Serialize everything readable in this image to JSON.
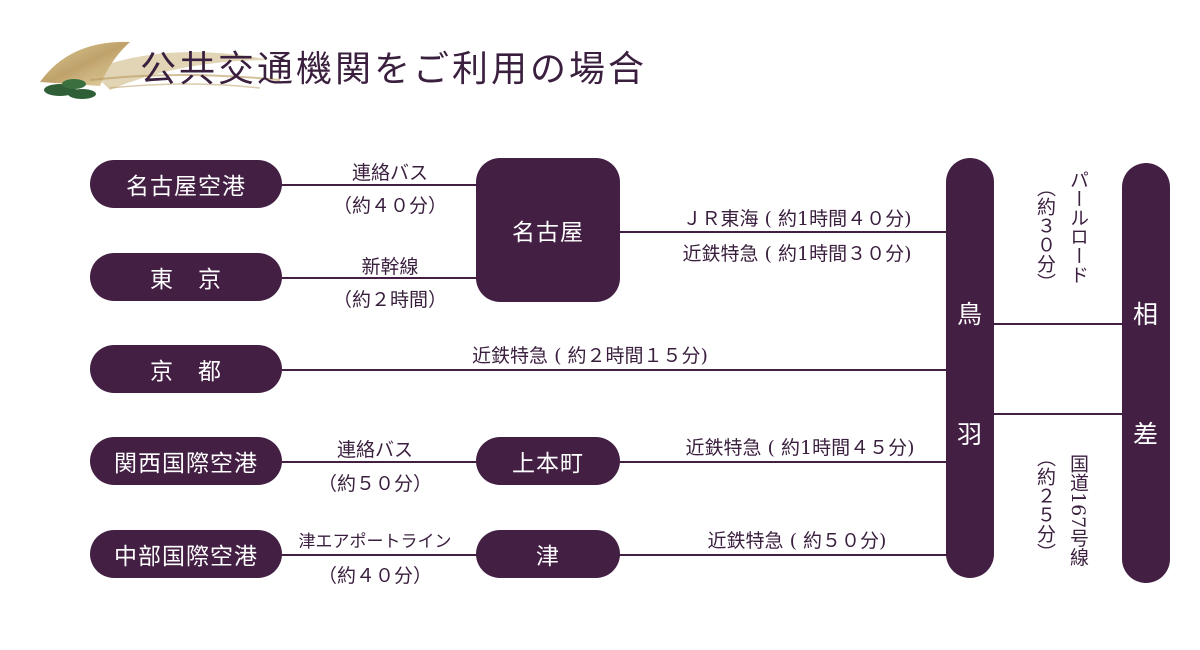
{
  "title": "公共交通機関をご利用の場合",
  "origins": {
    "nagoya_airport": "名古屋空港",
    "tokyo": "東　京",
    "kyoto": "京　都",
    "kansai_airport": "関西国際空港",
    "chubu_airport": "中部国際空港"
  },
  "hubs": {
    "nagoya": "名古屋",
    "uehonmachi": "上本町",
    "tsu": "津"
  },
  "toba": {
    "char1": "鳥",
    "char2": "羽"
  },
  "ise": {
    "char1": "相",
    "char2": "差"
  },
  "routes": {
    "nagoya_airport_line": "連絡バス",
    "nagoya_airport_time": "（約４０分）",
    "tokyo_line": "新幹線",
    "tokyo_time": "（約２時間）",
    "nagoya_jr": "ＪＲ東海 ( 約1時間４０分)",
    "nagoya_kintetsu": "近鉄特急 ( 約1時間３０分)",
    "kyoto_line": "近鉄特急 ( 約２時間１５分)",
    "kansai_line": "連絡バス",
    "kansai_time": "（約５０分）",
    "uehonmachi_line": "近鉄特急 ( 約1時間４５分)",
    "chubu_line": "津エアポートライン",
    "chubu_time": "（約４０分）",
    "tsu_line": "近鉄特急 ( 約５０分)",
    "pearl_road": "パールロード",
    "pearl_time": "（約３０分）",
    "route167": "国道167号線",
    "route167_time": "（約２５分）"
  },
  "colors": {
    "node": "#431f44",
    "text": "#3a1f3e"
  },
  "icons": {
    "logo": "pine-fan-icon"
  }
}
